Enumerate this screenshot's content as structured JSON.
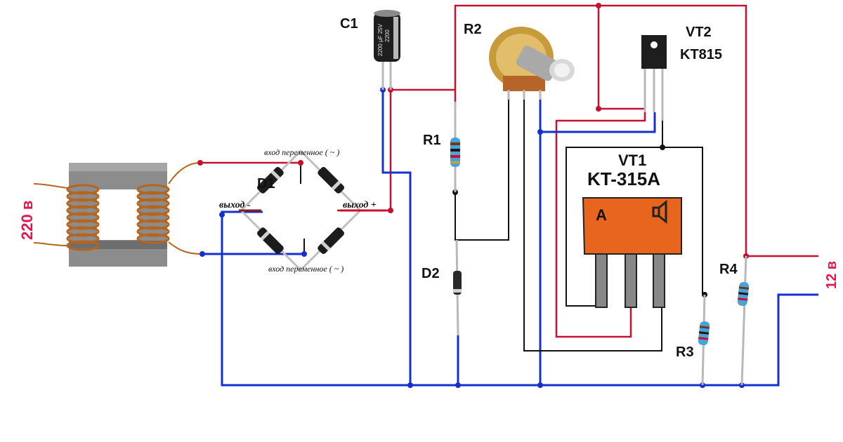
{
  "labels": {
    "c1": "C1",
    "r2": "R2",
    "vt2": "VT2",
    "vt2_part": "KT815",
    "r1": "R1",
    "d1": "D1",
    "d2": "D2",
    "vt1": "VT1",
    "vt1_part": "KT-315A",
    "r3": "R3",
    "r4": "R4",
    "input_voltage": "220 в",
    "output_voltage": "12 в",
    "ac_input_top": "вход переменное ( ~ )",
    "ac_input_bottom": "вход переменное ( ~ )",
    "out_minus": "выход -",
    "out_plus": "выход +",
    "vt1_body_letter": "A",
    "capacitor_print_1": "2200 µF 25V",
    "capacitor_print_2": "2200"
  },
  "colors": {
    "positive_wire": "#c8102e",
    "negative_wire": "#1530d0",
    "signal_wire": "#111111",
    "transistor_body": "#e8651e",
    "transformer_core": "#8c8c8c",
    "coil": "#b5651d"
  },
  "icons": {
    "vt1_symbol": "speaker-icon"
  }
}
